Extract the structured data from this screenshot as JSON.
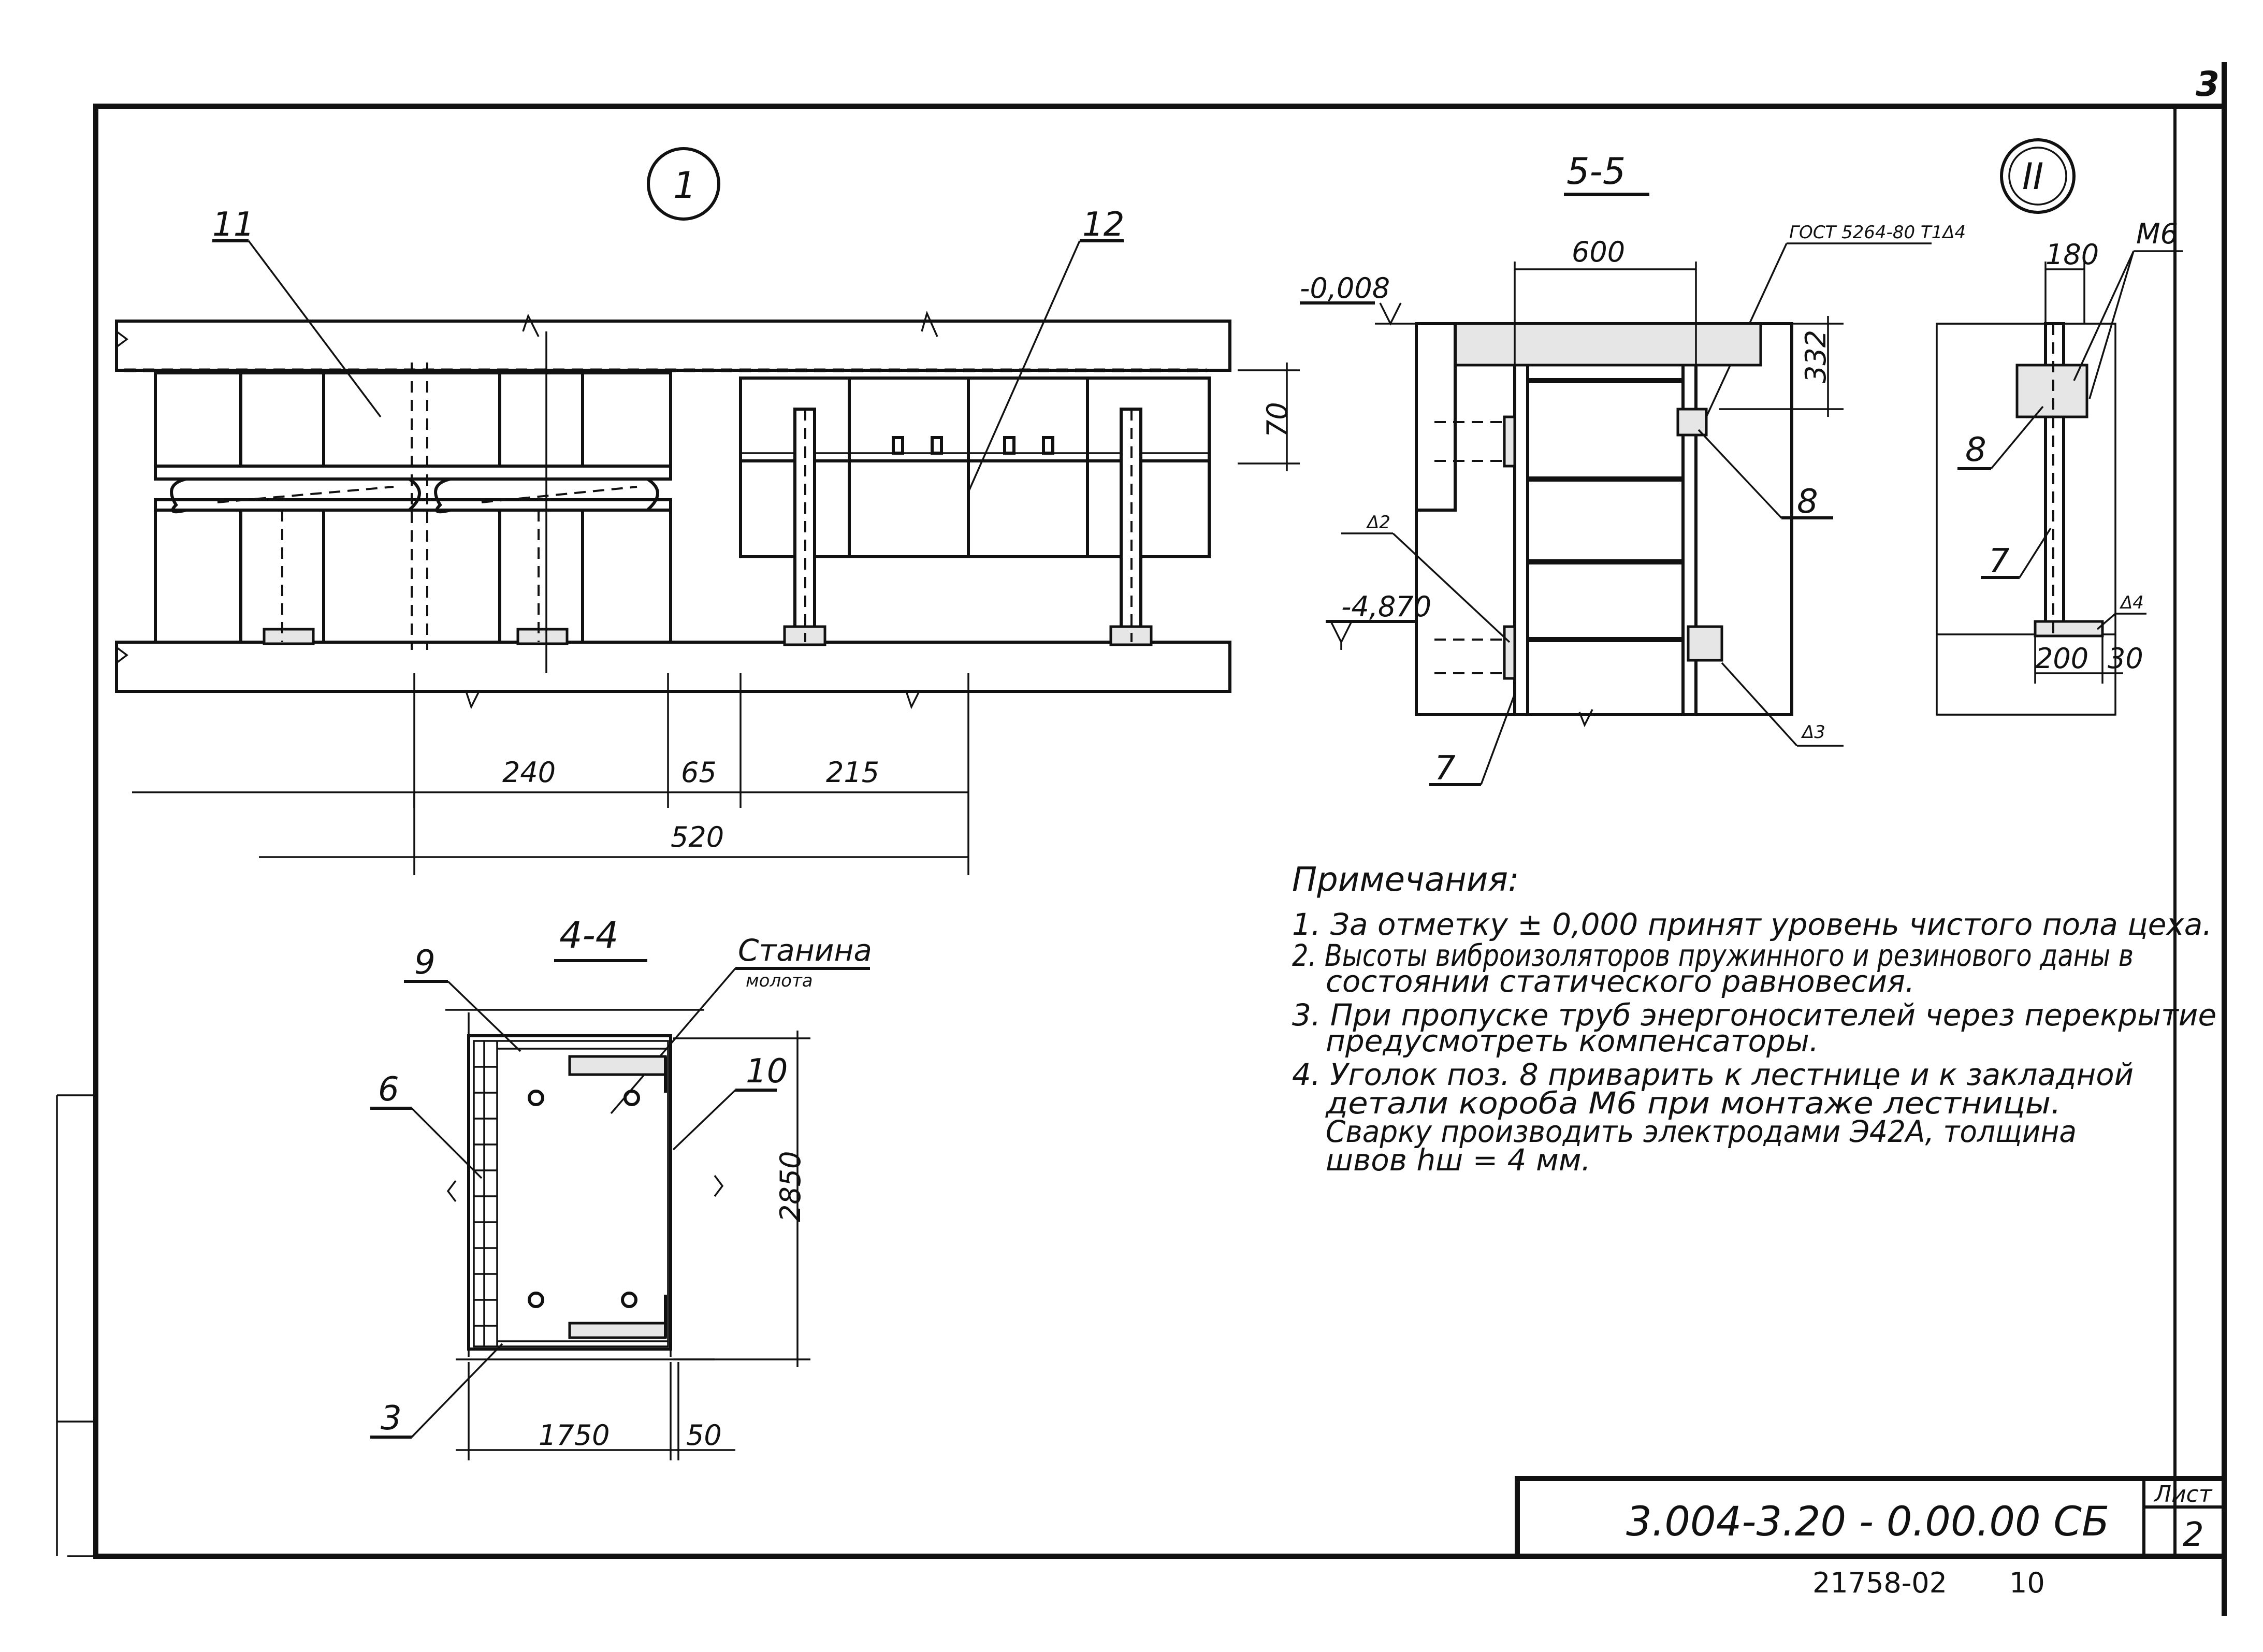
{
  "view_1": {
    "callout": "1",
    "label_11": "11",
    "label_12": "12",
    "dim_70": "70",
    "dim_240": "240",
    "dim_65": "65",
    "dim_215": "215",
    "dim_520": "520"
  },
  "section_5_5": {
    "title": "5-5",
    "level_top": "-0,008",
    "level_bottom": "-4,870",
    "dim_600": "600",
    "dim_332": "332",
    "standard_note": "ГОСТ 5264-80 Т1Δ4",
    "label_8": "8",
    "label_7": "7",
    "label_d2": "Δ2",
    "label_d3": "Δ3"
  },
  "view_II": {
    "callout": "II",
    "label_m6": "М6",
    "dim_180": "180",
    "label_8": "8",
    "label_7": "7",
    "label_d4": "Δ4",
    "dim_200": "200",
    "dim_30": "30"
  },
  "section_4_4": {
    "title": "4-4",
    "anvil_line1": "Станина",
    "anvil_line2": "молота",
    "label_9": "9",
    "label_6": "6",
    "label_10": "10",
    "label_3": "3",
    "dim_2850": "2850",
    "dim_1750": "1750",
    "dim_50": "50"
  },
  "notes": {
    "heading": "Примечания:",
    "n1": "1. За отметку ± 0,000 принят уровень чистого пола цеха.",
    "n2a": "2. Высоты виброизоляторов пружинного и резинового даны в",
    "n2b": "состоянии статического равновесия.",
    "n3a": "3. При пропуске труб энергоносителей через перекрытие",
    "n3b": "предусмотреть компенсаторы.",
    "n4a": "4. Уголок поз. 8 приварить к лестнице и к закладной",
    "n4b": "детали короба М6 при монтаже лестницы.",
    "n4c": "Сварку производить электродами Э42А, толщина",
    "n4d": "швов  hш = 4 мм."
  },
  "title_block": {
    "doc_code": "3.004-3.20 - 0.00.00 СБ",
    "sheet_label": "Лист",
    "sheet_number": "2",
    "archive_no": "21758-02",
    "archive_page": "10",
    "corner_mark": "3"
  }
}
